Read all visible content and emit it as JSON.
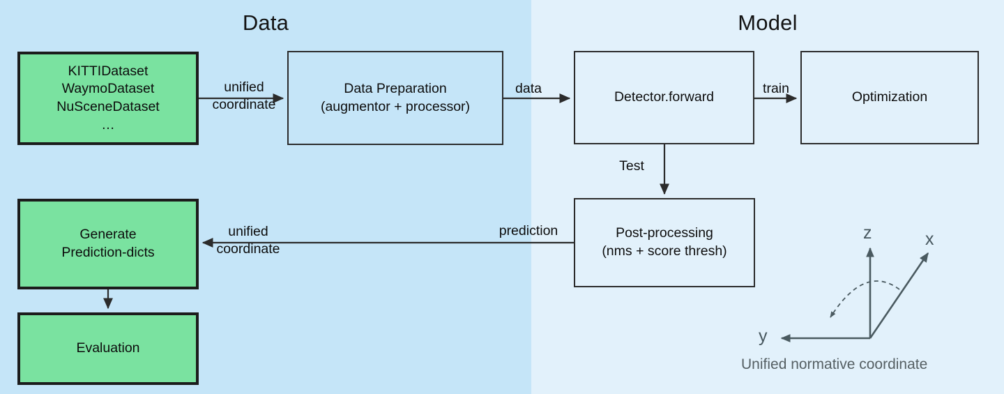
{
  "panels": {
    "data": {
      "title": "Data",
      "bg": "#c5e5f8"
    },
    "model": {
      "title": "Model",
      "bg": "#e2f1fb"
    }
  },
  "colors": {
    "green_node": "#7ae2a0",
    "green_border": "#1c1c1c",
    "plain_border": "#2b2b2b",
    "text": "#0c0c0c",
    "axis": "#4a5a60",
    "axis_caption": "#555f63"
  },
  "nodes": {
    "datasets": "KITTIDataset\nWaymoDataset\nNuSceneDataset\n…",
    "data_preparation": "Data Preparation\n(augmentor + processor)",
    "detector_forward": "Detector.forward",
    "optimization": "Optimization",
    "post_processing": "Post-processing\n(nms + score thresh)",
    "generate_prediction_dicts": "Generate\nPrediction-dicts",
    "evaluation": "Evaluation"
  },
  "edges": {
    "unified_coordinate_top": "unified\ncoordinate",
    "data": "data",
    "train": "train",
    "test": "Test",
    "prediction": "prediction",
    "unified_coordinate_bottom": "unified\ncoordinate"
  },
  "coordinate_widget": {
    "caption": "Unified normative coordinate",
    "axes": {
      "z": "z",
      "x": "x",
      "y": "y"
    }
  }
}
